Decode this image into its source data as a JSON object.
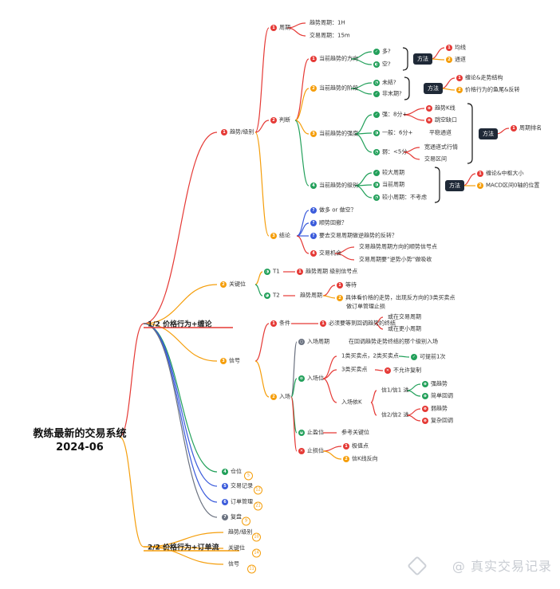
{
  "title": {
    "line1": "教练最新的交易系统",
    "line2": "2024-06"
  },
  "branches": {
    "b1": "1/2 价格行为+缠论",
    "b2": "2/2 价格行为+订单流"
  },
  "nodes": {
    "trend": "趋势/级别",
    "period": "周期",
    "trend_period": "趋势周期：1H",
    "trade_period": "交易周期：15m",
    "judge": "判断",
    "q_dir": "当前趋势的方向",
    "long": "多?",
    "short": "空?",
    "m1": "方法",
    "ma": "均线",
    "channel": "通道",
    "q_stage": "当前趋势的阶段",
    "not_end": "未結?",
    "near_end": "非末期?",
    "m2": "方法",
    "chan_struct": "缠论&走势结构",
    "price_fish": "价格行为的鱼尾&反转",
    "q_strength": "当前趋势的强度",
    "strong": "强：8分+",
    "k_trend": "趋势K线",
    "gap_pullback": "跳空缺口",
    "medium": "一般：6分+",
    "smooth": "平稳通道",
    "weak": "弱：<5分",
    "wide_channel": "宽通道式行情",
    "trade_range": "交易区间",
    "m3": "方法",
    "rank_score": "周期排名",
    "q_level": "当前趋势的级别",
    "big": "较大周期",
    "current": "当前周期",
    "small": "较小周期：不考虑",
    "m4": "方法",
    "chan_mid": "缠论&中枢大小",
    "macd": "MACD区间0轴的位置",
    "conclusion": "结论",
    "c1": "做多 or 做空？",
    "c2": "顺势回撤？",
    "c3": "要去交易周期做逆趋势的反转？",
    "c4": "交易机会",
    "c4a": "交易趋势周期方向的顺势信号点",
    "c4b": "交易周期要“逆势小势”做吸收",
    "keypos": "关键位",
    "t1": "T1",
    "t1_desc": "趋势周期 级别信号点",
    "t2": "T2",
    "t2_desc": "趋势周期",
    "t2a": "等待",
    "t2b": "具体看价格的走势，出现反方向的3类买卖点",
    "t2c": "做订单管理止损",
    "signal": "信号",
    "cond": "条件",
    "cond_desc": "必须要等到回调趋势的终结",
    "cond_a": "或在交易周期",
    "cond_b": "或在更小周期",
    "entry": "入场",
    "entry_period": "入场周期",
    "entry_period_desc": "在回调趋势走势终结的那个级别入场",
    "entry_pos": "入场位",
    "ep1": "1类买卖点，2类买卖点",
    "ep1a": "可提前1次",
    "ep2": "3类买卖点",
    "ep2a": "不允许复制",
    "ep3": "入场依K",
    "ep3a": "信1/信1 进",
    "ep3a1": "强趋势",
    "ep3a2": "简单回调",
    "ep3b": "信2/信2 进",
    "ep3b1": "弱趋势",
    "ep3b2": "复杂回调",
    "tp": "止盈位",
    "tp_desc": "参考关键位",
    "sl": "止损位",
    "sl1": "极值点",
    "sl2": "信K线反向",
    "pos": "仓位",
    "record": "交易记录",
    "order": "订单管理",
    "review": "复盘",
    "ob1": "趋势/级别",
    "ob2": "关键位",
    "ob3": "信号"
  },
  "badges": {
    "pos": "5",
    "record": "12",
    "order": "21",
    "review": "9",
    "ob1": "10",
    "ob2": "14",
    "ob3": "11"
  },
  "watermark": "@ 真实交易记录",
  "colors": {
    "red": "#e53935",
    "orange": "#f59e0b",
    "blue": "#3b5bdb",
    "green": "#22a05a",
    "gray": "#6b7280"
  }
}
